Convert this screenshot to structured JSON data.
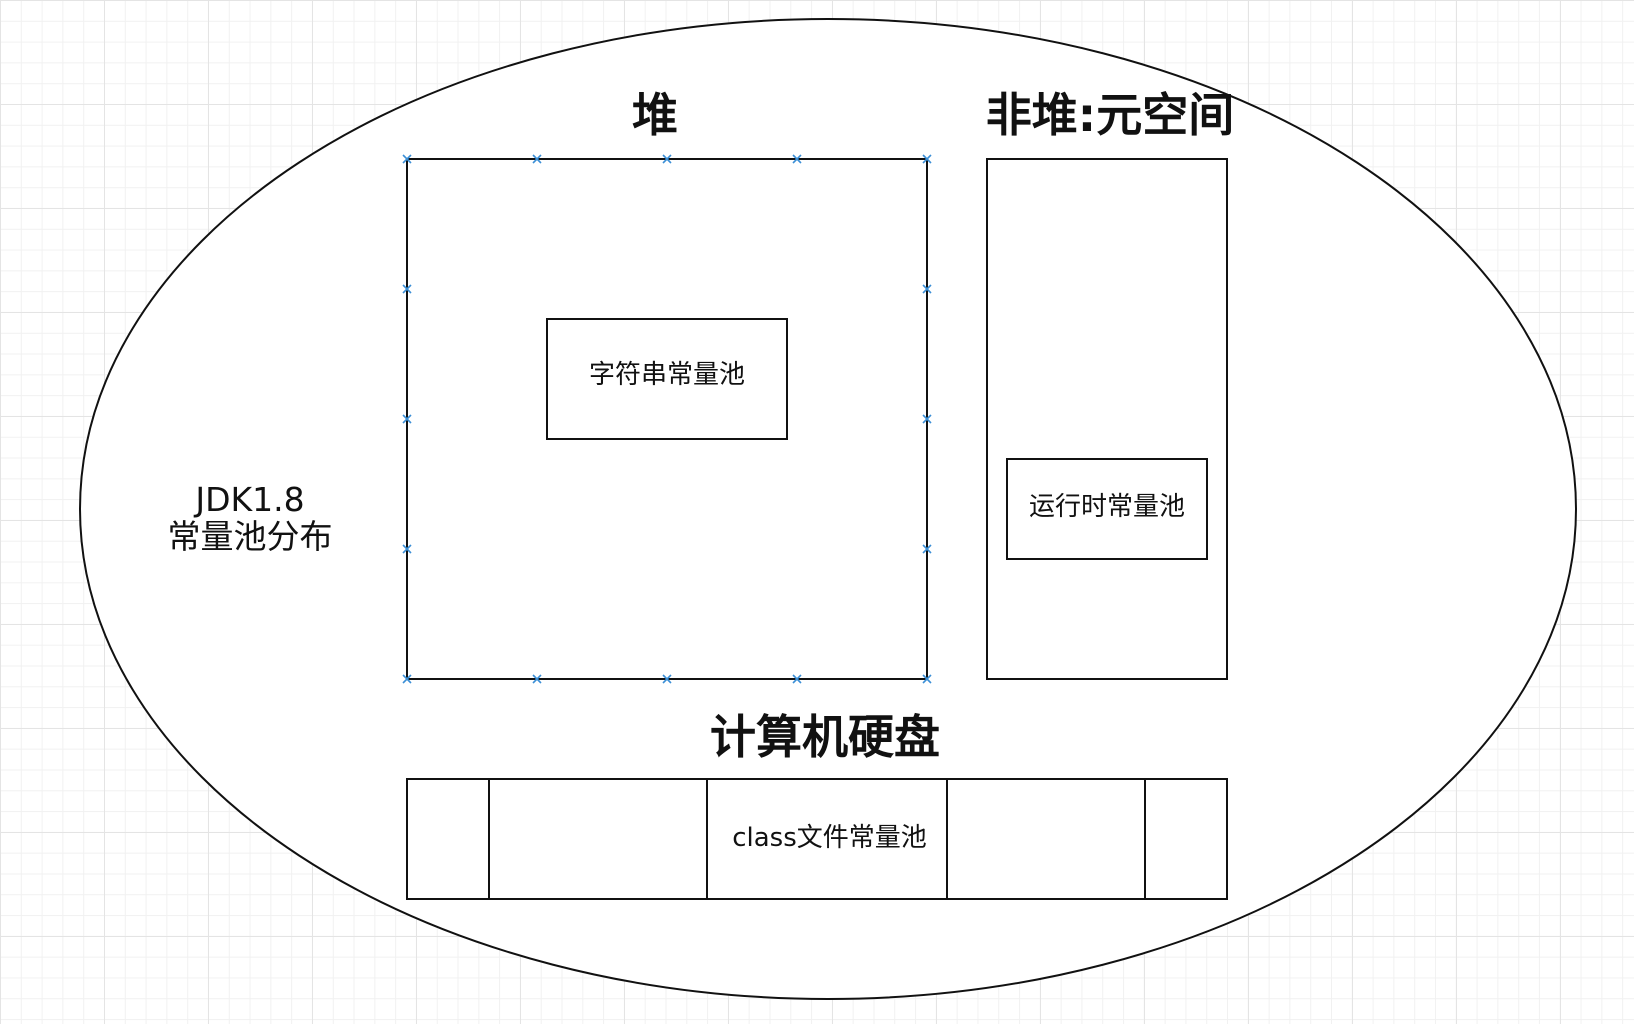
{
  "diagram": {
    "heap_title": "堆",
    "nonheap_title": "非堆:元空间",
    "disk_title": "计算机硬盘",
    "jdk_version": "JDK1.8",
    "jdk_caption": "常量池分布",
    "string_pool": "字符串常量池",
    "runtime_pool": "运行时常量池",
    "class_pool": "class文件常量池"
  },
  "colors": {
    "stroke": "#111111",
    "handle": "#3b8fd6",
    "grid_major": "#e4e4e4",
    "grid_minor": "#f1f1f1"
  }
}
